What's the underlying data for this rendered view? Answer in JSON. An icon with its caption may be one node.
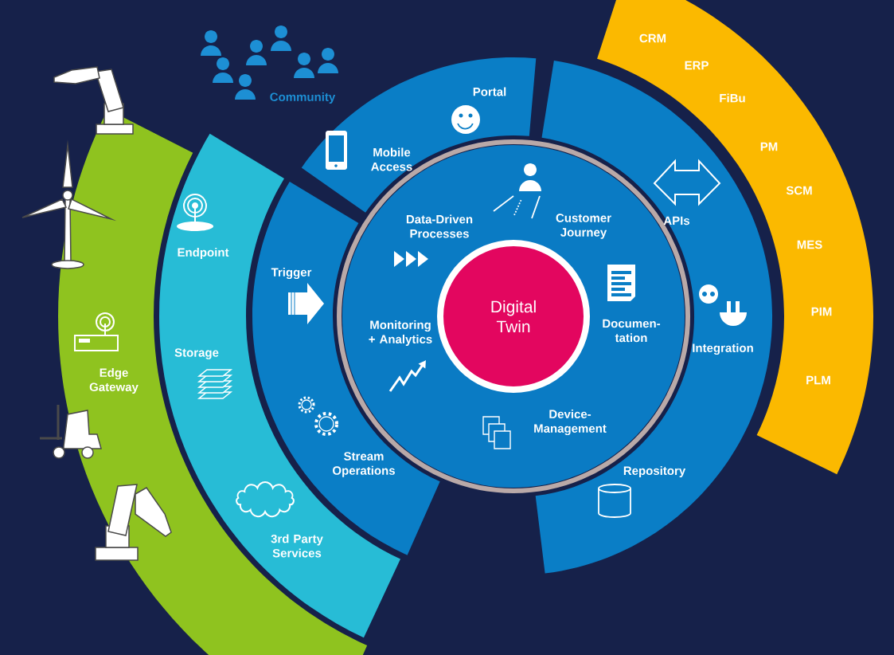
{
  "diagram": {
    "nodes": [
      {
        "text": [
          "Data-Driven Processes",
          "Customer Journey",
          "Documen- tation",
          "Device- Management",
          "Monitoring + Analytics"
        ]
      },
      {
        "text": [
          "Digital Twin"
        ],
        "in": 0
      },
      {
        "text": [
          "Mobile Access",
          "Portal"
        ]
      },
      {
        "text": [
          "APIs",
          "Integration",
          "Repository"
        ]
      },
      {
        "text": [
          "Trigger",
          "Stream Operations"
        ]
      },
      {
        "text": [
          "Endpoint",
          "Storage",
          "3rd Party Services"
        ]
      },
      {
        "text": [
          "Edge Gateway"
        ]
      },
      {
        "text": [
          "CRM",
          "ERP",
          "FiBu",
          "PM",
          "SCM",
          "MES",
          "PIM",
          "PLM"
        ]
      }
    ],
    "labels": [
      "Community"
    ]
  }
}
